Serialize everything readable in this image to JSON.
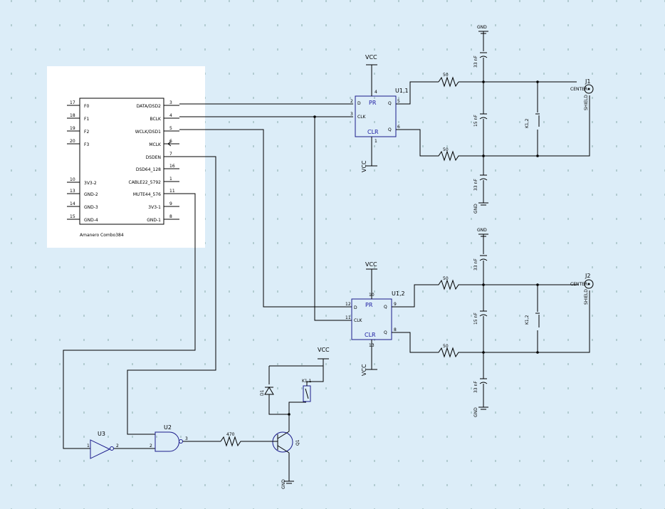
{
  "ic": {
    "name": "Amanero Combo384",
    "left_pins": [
      {
        "num": "17",
        "name": "F0"
      },
      {
        "num": "18",
        "name": "F1"
      },
      {
        "num": "19",
        "name": "F2"
      },
      {
        "num": "20",
        "name": "F3"
      },
      {
        "num": "10",
        "name": "3V3-2"
      },
      {
        "num": "13",
        "name": "GND-2"
      },
      {
        "num": "14",
        "name": "GND-3"
      },
      {
        "num": "15",
        "name": "GND-4"
      }
    ],
    "right_pins": [
      {
        "num": "3",
        "name": "DATA/DSD2"
      },
      {
        "num": "4",
        "name": "BCLK"
      },
      {
        "num": "5",
        "name": "WCLK/DSD1"
      },
      {
        "num": "6",
        "name": "MCLK"
      },
      {
        "num": "7",
        "name": "DSDEN"
      },
      {
        "num": "16",
        "name": "DSD64_128"
      },
      {
        "num": "1",
        "name": "CABLE22_5792"
      },
      {
        "num": "11",
        "name": "MUTE44_576"
      },
      {
        "num": "9",
        "name": "3V3-1"
      },
      {
        "num": "8",
        "name": "GND-1"
      }
    ]
  },
  "flipflops": [
    {
      "ref": "U1,1",
      "pr": "PR",
      "clr": "CLR",
      "d": "D",
      "clk": "CLK",
      "q": "Q",
      "qn": "Q",
      "pin_d": "2",
      "pin_clk": "3",
      "pin_q": "5",
      "pin_qn": "6",
      "pin_pr": "4",
      "pin_clr": "1",
      "vcc": "VCC"
    },
    {
      "ref": "U1,2",
      "pr": "PR",
      "clr": "CLR",
      "d": "D",
      "clk": "CLK",
      "q": "Q",
      "qn": "Q",
      "pin_d": "12",
      "pin_clk": "11",
      "pin_q": "9",
      "pin_qn": "8",
      "pin_pr": "10",
      "pin_clr": "13",
      "vcc": "VCC"
    }
  ],
  "outputs": [
    {
      "conn": "J1",
      "relay": "K1,2",
      "r1": "50",
      "r2": "50",
      "c1": "33 nF",
      "c2": "15 nF",
      "c3": "33 nF",
      "gnd": "GND",
      "center": "CENTER",
      "shield": "SHIELD"
    },
    {
      "conn": "J2",
      "relay": "K1,2",
      "r1": "50",
      "r2": "50",
      "c1": "33 nF",
      "c2": "15 nF",
      "c3": "33 nF",
      "gnd": "GND",
      "center": "CENTER",
      "shield": "SHIELD"
    }
  ],
  "logic": {
    "inverter": "U3",
    "nand": "U2",
    "resistor": "470",
    "transistor": "Q1",
    "diode": "D1",
    "relay": "K1,1",
    "vcc": "VCC",
    "gnd": "GND",
    "pin1": "1",
    "pin2": "2",
    "pin3": "3"
  }
}
